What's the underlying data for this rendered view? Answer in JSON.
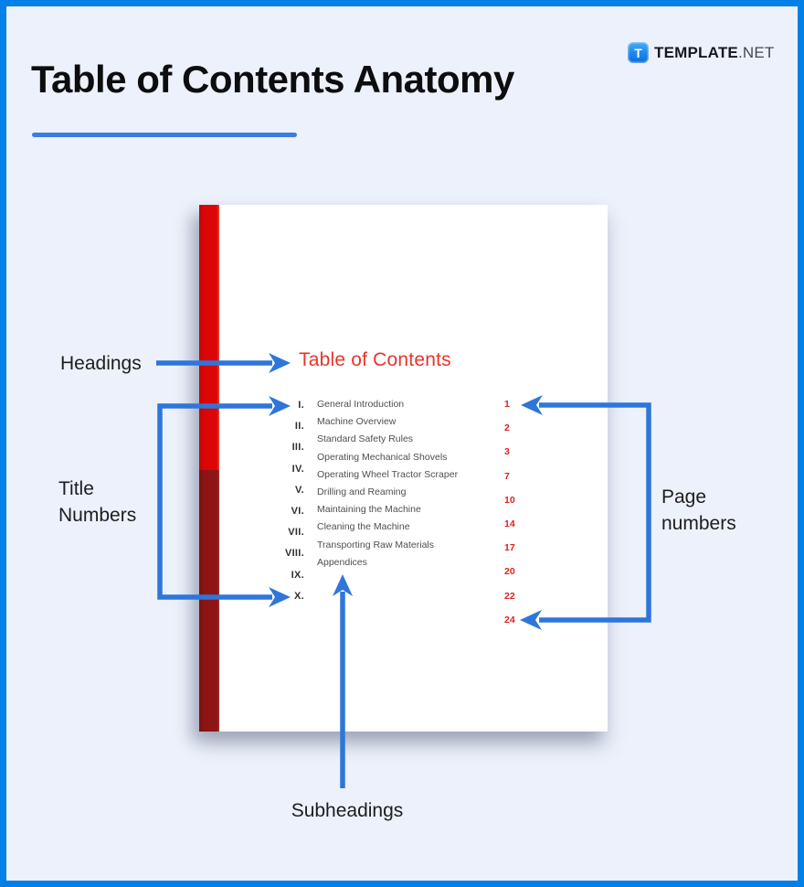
{
  "logo": {
    "icon_letter": "T",
    "brand": "TEMPLATE",
    "tld": ".NET"
  },
  "header": {
    "title": "Table of Contents Anatomy"
  },
  "annotations": {
    "headings": "Headings",
    "title_numbers": "Title Numbers",
    "page_numbers": "Page numbers",
    "subheadings": "Subheadings"
  },
  "document": {
    "toc_title": "Table of Contents",
    "entries": [
      {
        "numeral": "I.",
        "subheading": "General Introduction",
        "page": "1"
      },
      {
        "numeral": "II.",
        "subheading": "Machine Overview",
        "page": "2"
      },
      {
        "numeral": "III.",
        "subheading": "Standard Safety Rules",
        "page": "3"
      },
      {
        "numeral": "IV.",
        "subheading": "Operating Mechanical Shovels",
        "page": "7"
      },
      {
        "numeral": "V.",
        "subheading": "Operating Wheel Tractor Scraper",
        "page": "10"
      },
      {
        "numeral": "VI.",
        "subheading": "Drilling and Reaming",
        "page": "14"
      },
      {
        "numeral": "VII.",
        "subheading": "Maintaining the Machine",
        "page": "17"
      },
      {
        "numeral": "VIII.",
        "subheading": "Cleaning the Machine",
        "page": "20"
      },
      {
        "numeral": "IX.",
        "subheading": "Transporting Raw Materials",
        "page": "22"
      },
      {
        "numeral": "X.",
        "subheading": "Appendices",
        "page": "24"
      }
    ]
  },
  "colors": {
    "frame_blue": "#0280e8",
    "arrow_blue": "#2e76d9",
    "underline_blue": "#3b7de0",
    "spine_red": "#dd0606",
    "spine_dark_red": "#8e1515",
    "toc_title_red": "#e8352a",
    "page_number_red": "#e11f1f",
    "background": "#edf1fb"
  }
}
